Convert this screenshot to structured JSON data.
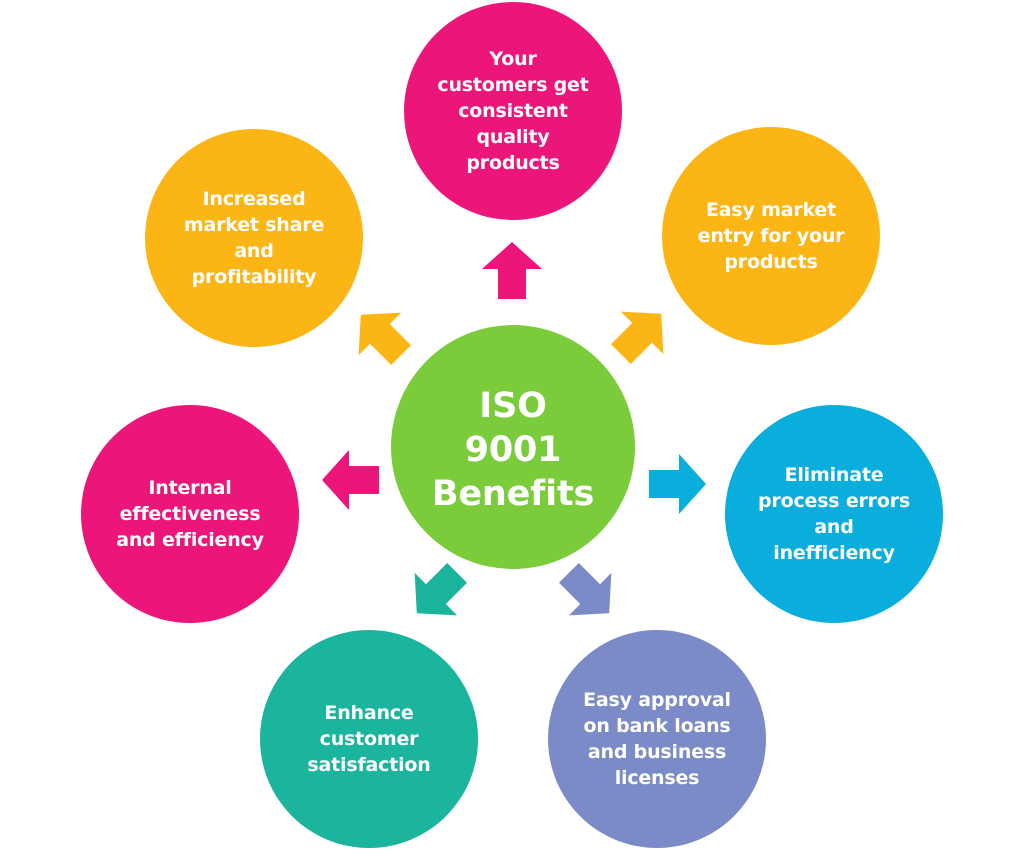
{
  "center": {
    "title": "ISO\n9001\nBenefits",
    "color": "#7ACC3A"
  },
  "benefits": [
    {
      "label": "Your\ncustomers get\nconsistent\nquality\nproducts",
      "color": "#EC1579",
      "position": "top"
    },
    {
      "label": "Easy market\nentry for your\nproducts",
      "color": "#FBB515",
      "position": "top-right"
    },
    {
      "label": "Eliminate\nprocess errors\nand\ninefficiency",
      "color": "#0AAEDD",
      "position": "right"
    },
    {
      "label": "Easy approval\non bank loans\nand business\nlicenses",
      "color": "#7A8BC8",
      "position": "bottom-right"
    },
    {
      "label": "Enhance\ncustomer\nsatisfaction",
      "color": "#1BB49D",
      "position": "bottom-left"
    },
    {
      "label": "Internal\neffectiveness\nand efficiency",
      "color": "#EC1579",
      "position": "left"
    },
    {
      "label": "Increased\nmarket share\nand\nprofitability",
      "color": "#FBB515",
      "position": "top-left"
    }
  ]
}
